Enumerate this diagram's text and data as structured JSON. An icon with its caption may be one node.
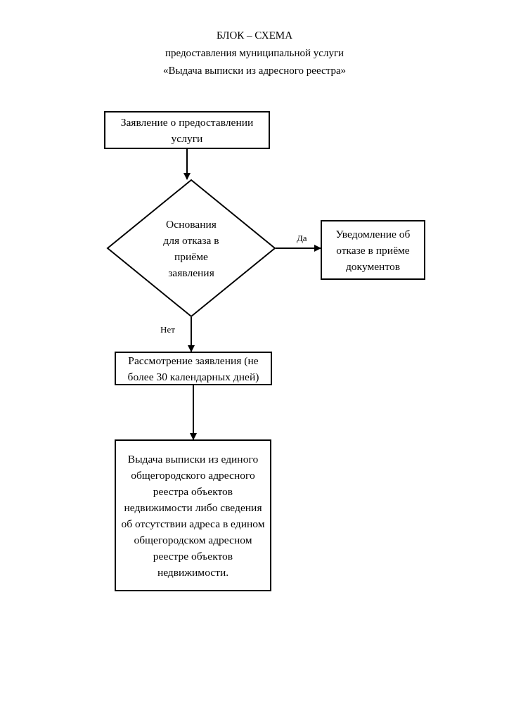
{
  "diagram": {
    "title": "БЛОК – СХЕМА",
    "nodes": [
      {
        "text": [
          "Заявление о предоставлении услуги"
        ]
      },
      {
        "text": [
          "Основания для отказа в приёме заявления"
        ]
      },
      {
        "text": [
          "Уведомление об отказе в приёме документов"
        ]
      },
      {
        "text": [
          "Рассмотрение заявления (не более 30 календарных дней)"
        ]
      },
      {
        "text": [
          "Выдача выписки из единого общегородского адресного реестра объектов недвижимости либо сведения об отсутствии адреса в едином общегородском адресном реестре объектов недвижимости."
        ]
      }
    ],
    "edges": [
      {
        "from": 0,
        "to": 1,
        "arrow": "to"
      },
      {
        "from": 1,
        "to": 2,
        "arrow": "to",
        "label": "Да"
      },
      {
        "from": 1,
        "to": 3,
        "arrow": "to",
        "label": "Нет"
      },
      {
        "from": 3,
        "to": 4,
        "arrow": "to"
      }
    ],
    "labels": [
      "предоставления муниципальной услуги «Выдача выписки из адресного реестра»"
    ]
  }
}
